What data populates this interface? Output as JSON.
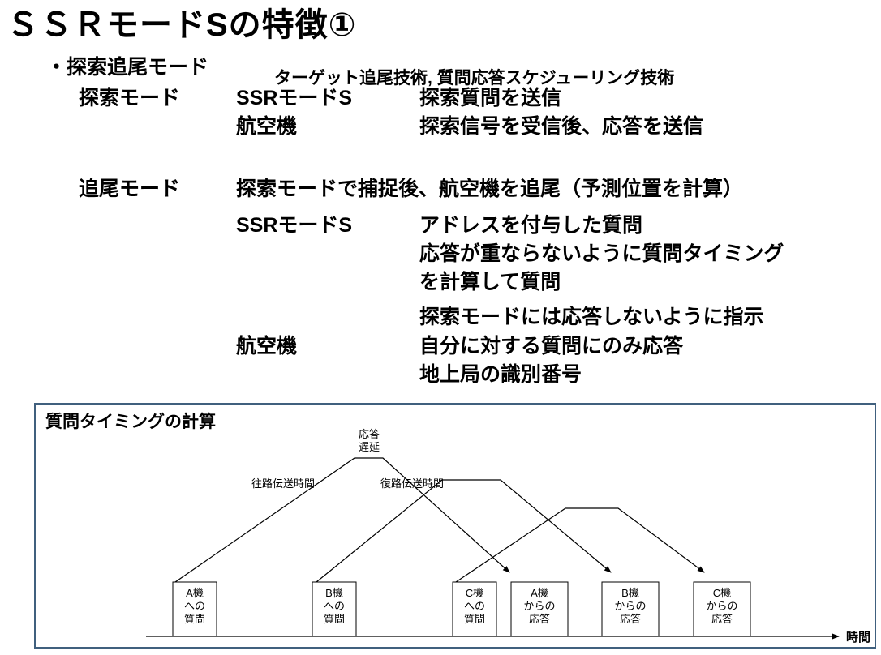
{
  "title": "ＳＳＲモードSの特徴①",
  "section": {
    "heading": "・探索追尾モード",
    "subnote": "ターゲット追尾技術, 質問応答スケジューリング技術"
  },
  "search_mode": {
    "label": "探索モード",
    "ssr": {
      "actor": "SSRモードS",
      "desc": "探索質問を送信"
    },
    "aircraft": {
      "actor": "航空機",
      "desc": "探索信号を受信後、応答を送信"
    }
  },
  "track_mode": {
    "label": "追尾モード",
    "summary": "探索モードで捕捉後、航空機を追尾（予測位置を計算）",
    "ssr": {
      "actor": "SSRモードS",
      "desc1": "アドレスを付与した質問",
      "desc2": "応答が重ならないように質問タイミング",
      "desc3": "を計算して質問",
      "desc4": "探索モードには応答しないように指示"
    },
    "aircraft": {
      "actor": "航空機",
      "desc1": "自分に対する質問にのみ応答",
      "desc2": "地上局の識別番号"
    }
  },
  "diagram": {
    "title": "質問タイミングの計算",
    "response_delay_line1": "応答",
    "response_delay_line2": "遅延",
    "outbound_label": "往路伝送時間",
    "return_label": "復路伝送時間",
    "time_label": "時間",
    "boxes": [
      {
        "l1": "A機",
        "l2": "への",
        "l3": "質問"
      },
      {
        "l1": "B機",
        "l2": "への",
        "l3": "質問"
      },
      {
        "l1": "C機",
        "l2": "への",
        "l3": "質問"
      },
      {
        "l1": "A機",
        "l2": "からの",
        "l3": "応答"
      },
      {
        "l1": "B機",
        "l2": "からの",
        "l3": "応答"
      },
      {
        "l1": "C機",
        "l2": "からの",
        "l3": "応答"
      }
    ]
  },
  "colors": {
    "panel_border": "#40607E",
    "text": "#000000",
    "background": "#FFFFFF"
  }
}
